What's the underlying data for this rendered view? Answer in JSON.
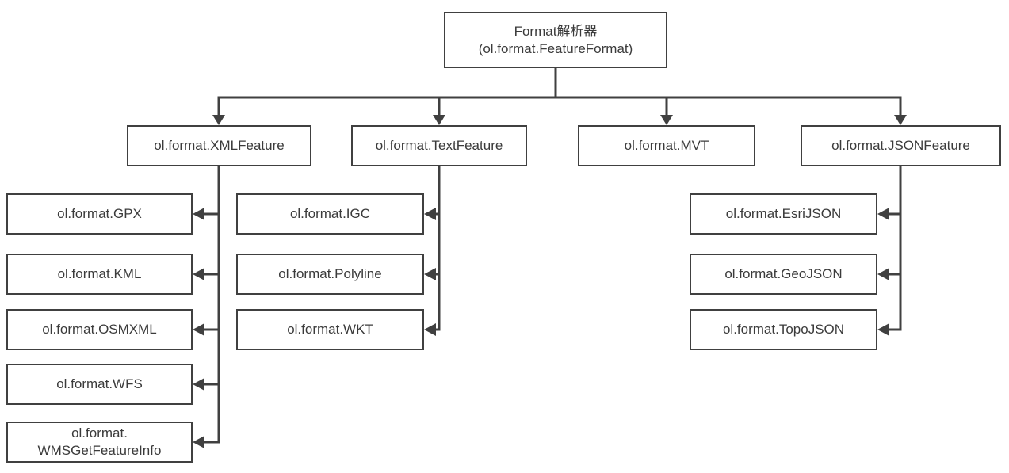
{
  "diagram": {
    "root": {
      "line1": "Format解析器",
      "line2": "(ol.format.FeatureFormat)"
    },
    "level2": [
      {
        "label": "ol.format.XMLFeature"
      },
      {
        "label": "ol.format.TextFeature"
      },
      {
        "label": "ol.format.MVT"
      },
      {
        "label": "ol.format.JSONFeature"
      }
    ],
    "xml_children": [
      {
        "label": "ol.format.GPX"
      },
      {
        "label": "ol.format.KML"
      },
      {
        "label": "ol.format.OSMXML"
      },
      {
        "label": "ol.format.WFS"
      },
      {
        "line1": "ol.format.",
        "line2": "WMSGetFeatureInfo"
      }
    ],
    "text_children": [
      {
        "label": "ol.format.IGC"
      },
      {
        "label": "ol.format.Polyline"
      },
      {
        "label": "ol.format.WKT"
      }
    ],
    "json_children": [
      {
        "label": "ol.format.EsriJSON"
      },
      {
        "label": "ol.format.GeoJSON"
      },
      {
        "label": "ol.format.TopoJSON"
      }
    ]
  },
  "colors": {
    "line": "#404040",
    "text": "#3b3b3b",
    "background": "#ffffff"
  }
}
